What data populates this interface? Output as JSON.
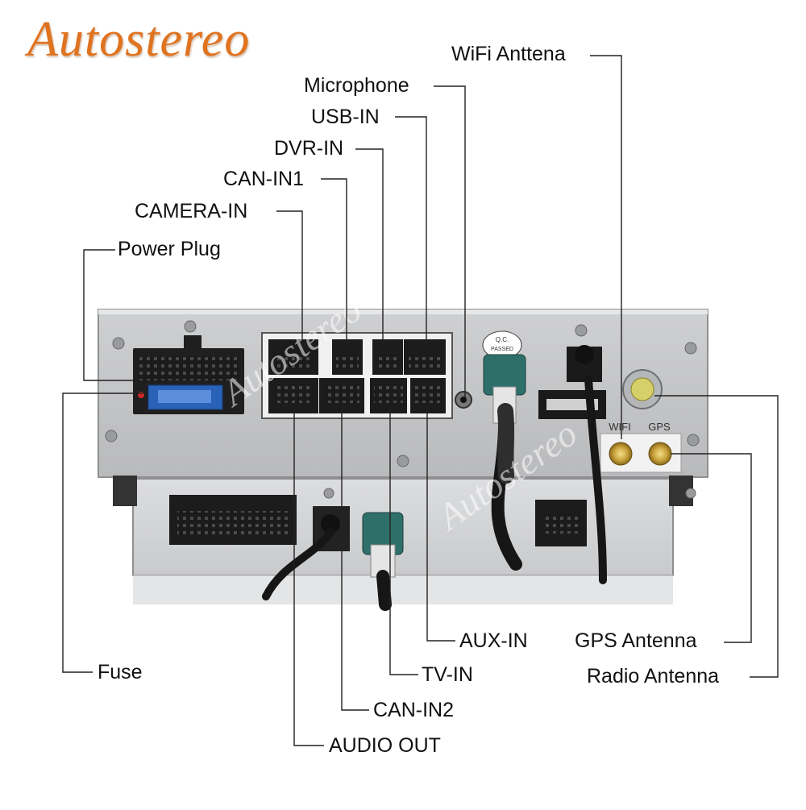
{
  "brand": {
    "logo_text": "Autostereo",
    "color": "#e0731f"
  },
  "labels": {
    "wifi_antenna": "WiFi Anttena",
    "microphone": "Microphone",
    "usb_in": "USB-IN",
    "dvr_in": "DVR-IN",
    "can_in1": "CAN-IN1",
    "camera_in": "CAMERA-IN",
    "power_plug": "Power Plug",
    "fuse": "Fuse",
    "aux_in": "AUX-IN",
    "gps_antenna": "GPS Antenna",
    "tv_in": "TV-IN",
    "radio_antenna": "Radio Antenna",
    "can_in2": "CAN-IN2",
    "audio_out": "AUDIO OUT"
  },
  "device": {
    "port_wifi": "WIFI",
    "port_gps": "GPS",
    "sticker_line1": "Q.C.",
    "sticker_line2": "PASSED",
    "watermark": "Autostereo"
  }
}
